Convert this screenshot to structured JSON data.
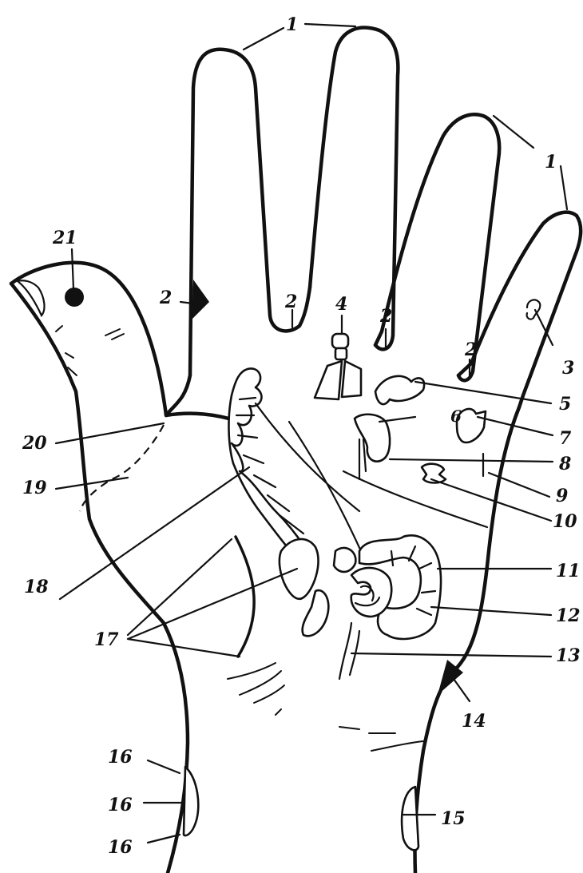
{
  "labels": {
    "finger_tips_top": "1",
    "finger_tips_right": "1",
    "thumb_web": "2",
    "web_index_middle": "2",
    "web_middle_ring": "2",
    "web_ring_little": "2",
    "ear": "3",
    "throat": "4",
    "lungs": "5",
    "heart_num": "6",
    "heart": "7",
    "stomach": "8",
    "kidney_line": "9",
    "kidney": "10",
    "colon": "11",
    "small_intestine": "12",
    "rectum": "13",
    "wrist_notch": "14",
    "wrist_right": "15",
    "wrist_left_top": "16",
    "wrist_left_mid": "16",
    "wrist_left_bottom": "16",
    "bladder_area": "17",
    "spine": "18",
    "thumb_base": "19",
    "thumb_web_line": "20",
    "eye_point": "21"
  }
}
